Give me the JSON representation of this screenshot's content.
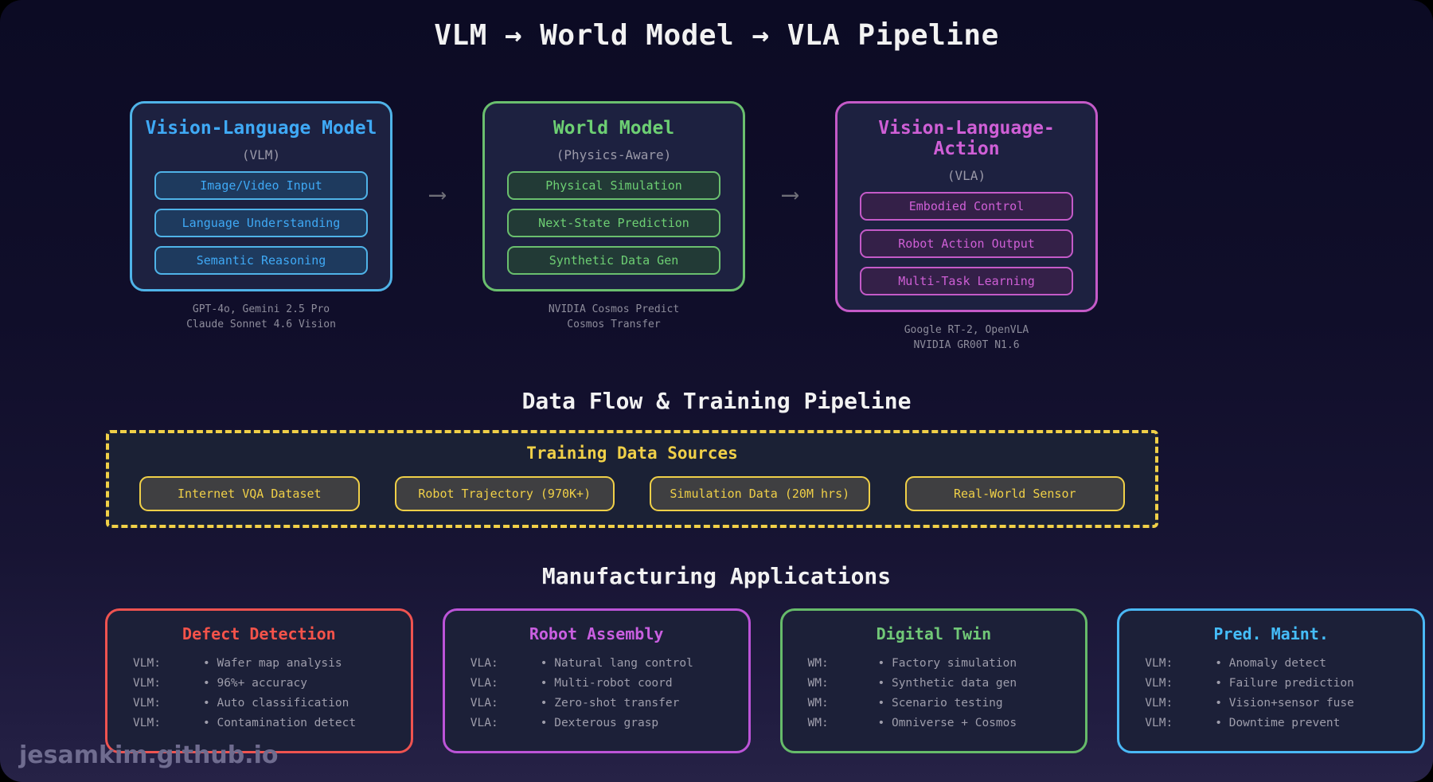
{
  "page": {
    "title": "VLM → World Model → VLA Pipeline",
    "watermark": "jesamkim.github.io"
  },
  "pipeline": {
    "arrow": "⟶",
    "models": [
      {
        "title": "Vision-Language Model",
        "subtitle": "(VLM)",
        "accent": "#4fb3e8",
        "title_color": "#3fa9f5",
        "pill_bg": "#1e3a5e",
        "components": [
          "Image/Video Input",
          "Language Understanding",
          "Semantic Reasoning"
        ],
        "examples": [
          "GPT-4o, Gemini 2.5 Pro",
          "Claude Sonnet 4.6 Vision"
        ]
      },
      {
        "title": "World Model",
        "subtitle": "(Physics-Aware)",
        "accent": "#6abf6e",
        "title_color": "#6dcf73",
        "pill_bg": "#223a36",
        "components": [
          "Physical Simulation",
          "Next-State Prediction",
          "Synthetic Data Gen"
        ],
        "examples": [
          "NVIDIA Cosmos Predict",
          "Cosmos Transfer"
        ]
      },
      {
        "title": "Vision-Language-Action",
        "subtitle": "(VLA)",
        "accent": "#c45ac8",
        "title_color": "#cf5fd6",
        "pill_bg": "#342048",
        "components": [
          "Embodied Control",
          "Robot Action Output",
          "Multi-Task Learning"
        ],
        "examples": [
          "Google RT-2, OpenVLA",
          "NVIDIA GR00T N1.6"
        ]
      }
    ]
  },
  "training": {
    "heading": "Data Flow & Training Pipeline",
    "box_title": "Training Data Sources",
    "accent": "#f0d048",
    "source_bg": "#3f3f41",
    "sources": [
      "Internet VQA Dataset",
      "Robot Trajectory (970K+)",
      "Simulation Data (20M hrs)",
      "Real-World Sensor"
    ]
  },
  "applications": {
    "heading": "Manufacturing Applications",
    "cards": [
      {
        "title": "Defect Detection",
        "accent": "#ef5350",
        "title_color": "#f4534a",
        "items": [
          {
            "label": "VLM:",
            "text": "• Wafer map analysis"
          },
          {
            "label": "VLM:",
            "text": "• 96%+ accuracy"
          },
          {
            "label": "VLM:",
            "text": "• Auto classification"
          },
          {
            "label": "VLM:",
            "text": "• Contamination detect"
          }
        ]
      },
      {
        "title": "Robot Assembly",
        "accent": "#bc54d8",
        "title_color": "#c95fe0",
        "items": [
          {
            "label": "VLA:",
            "text": "• Natural lang control"
          },
          {
            "label": "VLA:",
            "text": "• Multi-robot coord"
          },
          {
            "label": "VLA:",
            "text": "• Zero-shot transfer"
          },
          {
            "label": "VLA:",
            "text": "• Dexterous grasp"
          }
        ]
      },
      {
        "title": "Digital Twin",
        "accent": "#66bb6a",
        "title_color": "#71c877",
        "items": [
          {
            "label": "WM:",
            "text": "• Factory simulation"
          },
          {
            "label": "WM:",
            "text": "• Synthetic data gen"
          },
          {
            "label": "WM:",
            "text": "• Scenario testing"
          },
          {
            "label": "WM:",
            "text": "• Omniverse + Cosmos"
          }
        ]
      },
      {
        "title": "Pred. Maint.",
        "accent": "#4ab8f5",
        "title_color": "#45bdfa",
        "items": [
          {
            "label": "VLM:",
            "text": "• Anomaly detect"
          },
          {
            "label": "VLM:",
            "text": "• Failure prediction"
          },
          {
            "label": "VLM:",
            "text": "• Vision+sensor fuse"
          },
          {
            "label": "VLM:",
            "text": "• Downtime prevent"
          }
        ]
      }
    ]
  }
}
